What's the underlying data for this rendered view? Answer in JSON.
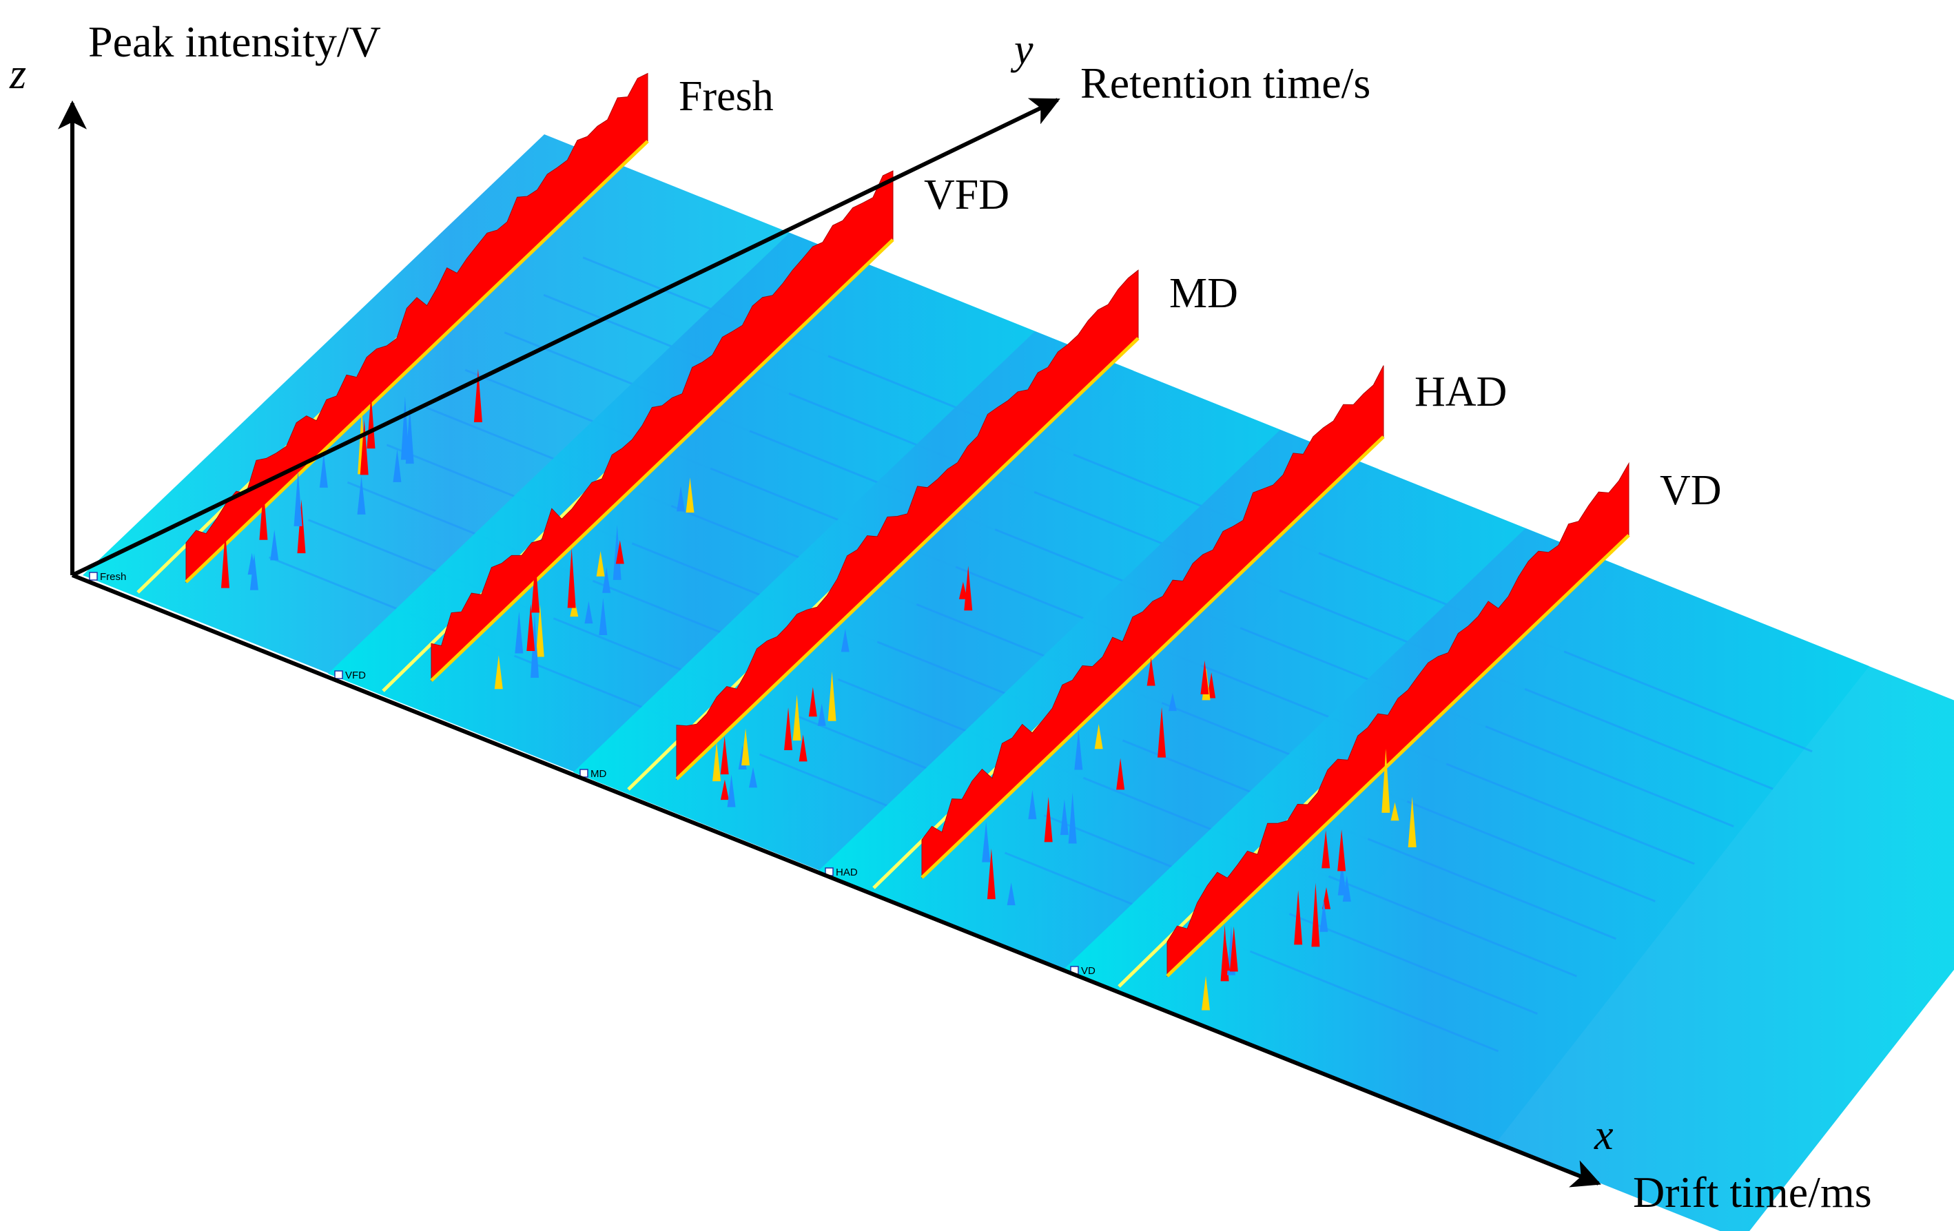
{
  "chart_data": {
    "type": "3d-spectra",
    "axes": {
      "x": {
        "letter": "x",
        "label": "Drift time/ms"
      },
      "y": {
        "letter": "y",
        "label": "Retention time/s"
      },
      "z": {
        "letter": "z",
        "label": "Peak intensity/V"
      }
    },
    "samples": [
      {
        "name": "Fresh",
        "panel_tag": "Fresh"
      },
      {
        "name": "VFD",
        "panel_tag": "VFD"
      },
      {
        "name": "MD",
        "panel_tag": "MD"
      },
      {
        "name": "HAD",
        "panel_tag": "HAD"
      },
      {
        "name": "VD",
        "panel_tag": "VD"
      }
    ],
    "colors": {
      "reactant_ion_peak": "#ff0000",
      "background_plane": "#00e5ee",
      "trace_line": "#ffff66",
      "low_intensity": "#1e90ff",
      "mid_intensity": "#ffd400",
      "axis": "#000000"
    }
  }
}
